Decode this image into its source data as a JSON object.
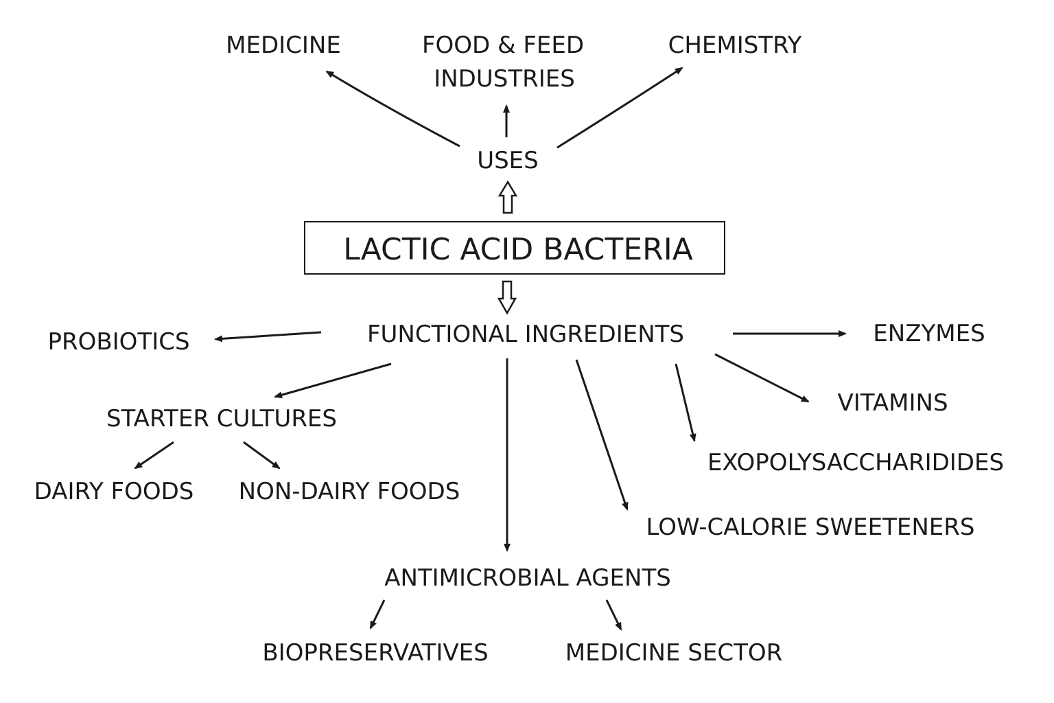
{
  "central": "LACTIC ACID BACTERIA",
  "uses": {
    "label": "USES",
    "children": [
      "MEDICINE",
      "FOOD & FEED",
      "INDUSTRIES",
      "CHEMISTRY"
    ]
  },
  "functional_ingredients": {
    "label": "FUNCTIONAL INGREDIENTS",
    "probiotics": "PROBIOTICS",
    "enzymes": "ENZYMES",
    "vitamins": "VITAMINS",
    "exopolysaccharides": "EXOPOLYSACCHARIDIDES",
    "low_calorie": "LOW-CALORIE SWEETENERS",
    "starter_cultures": {
      "label": "STARTER CULTURES",
      "dairy": "DAIRY FOODS",
      "non_dairy": "NON-DAIRY FOODS"
    },
    "antimicrobial": {
      "label": "ANTIMICROBIAL AGENTS",
      "biopreservatives": "BIOPRESERVATIVES",
      "medicine_sector": "MEDICINE SECTOR"
    }
  },
  "colors": {
    "ink": "#1a1a1a",
    "background": "#ffffff"
  }
}
